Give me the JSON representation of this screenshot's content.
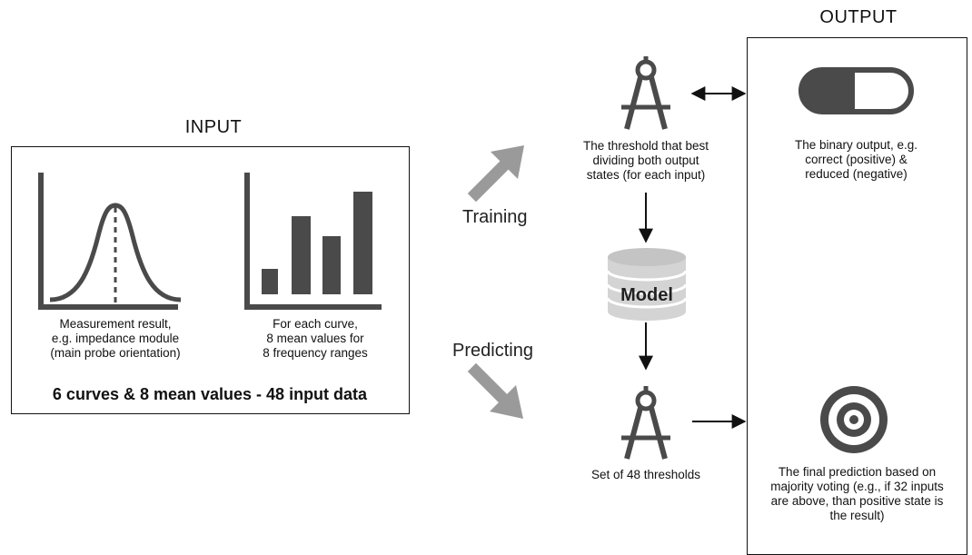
{
  "input": {
    "heading": "INPUT",
    "curve_caption": [
      "Measurement result,",
      "e.g. impedance module",
      "(main probe orientation)"
    ],
    "bars_caption": [
      "For each curve,",
      "8 mean values for",
      "8 frequency ranges"
    ],
    "summary": "6 curves & 8 mean values - 48 input data"
  },
  "flow": {
    "training_label": "Training",
    "predicting_label": "Predicting",
    "model_label": "Model"
  },
  "threshold": {
    "training_caption": [
      "The threshold that best",
      "dividing both output",
      "states (for each input)"
    ],
    "set_caption": "Set of 48 thresholds"
  },
  "output": {
    "heading": "OUTPUT",
    "binary_caption": [
      "The binary output, e.g.",
      "correct (positive) &",
      "reduced (negative)"
    ],
    "final_caption": [
      "The final prediction based on",
      "majority voting (e.g., if 32 inputs",
      "are above, than positive state is",
      "the result)"
    ]
  },
  "colors": {
    "icon_dark": "#4a4a4a",
    "arrow_gray": "#9a9a9a",
    "line": "#111111"
  },
  "icons": [
    "bell-curve-icon",
    "bar-chart-icon",
    "compass-icon",
    "database-icon",
    "toggle-icon",
    "target-icon",
    "arrow-up-right-icon",
    "arrow-down-right-icon"
  ]
}
